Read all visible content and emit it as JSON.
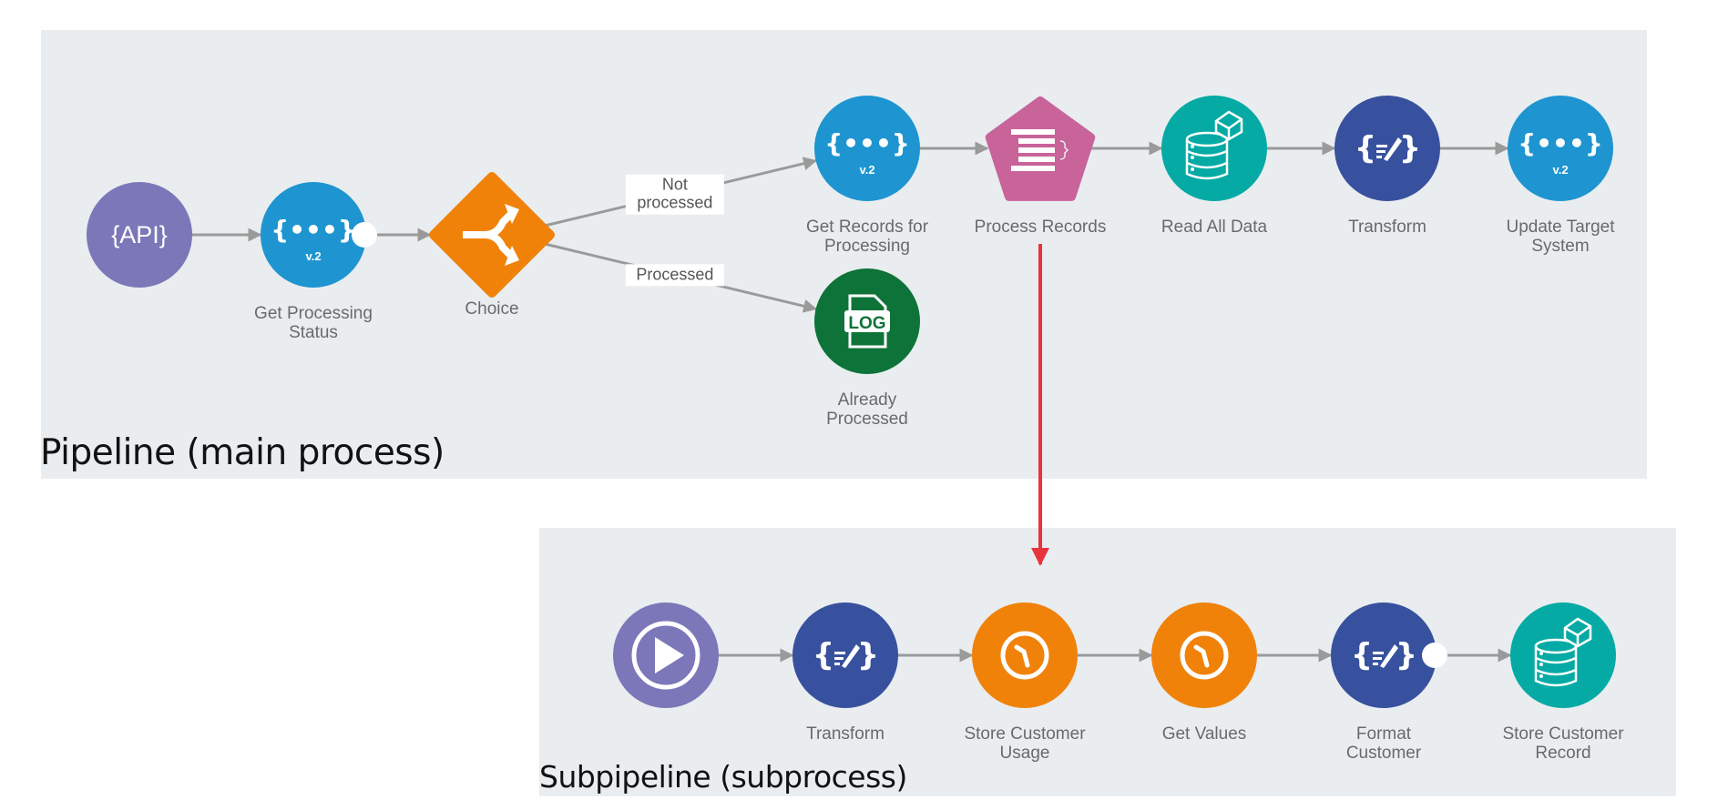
{
  "main_pipeline": {
    "title": "Pipeline (main process)",
    "nodes": [
      {
        "id": "api",
        "label": "",
        "icon": "api-icon",
        "icon_text": "{API}",
        "color": "#7b77b8",
        "shape": "circle"
      },
      {
        "id": "get-processing-status",
        "label": "Get Processing Status",
        "label_lines": [
          "Get Processing",
          "Status"
        ],
        "icon": "rest-snap-icon",
        "badge": "v.2",
        "color": "#1e95d0",
        "shape": "circle"
      },
      {
        "id": "choice",
        "label": "Choice",
        "label_lines": [
          "Choice"
        ],
        "icon": "branch-icon",
        "color": "#f0820a",
        "shape": "diamond"
      },
      {
        "id": "get-records",
        "label": "Get Records for Processing",
        "label_lines": [
          "Get Records for",
          "Processing"
        ],
        "icon": "rest-snap-icon",
        "badge": "v.2",
        "color": "#1e95d0",
        "shape": "circle"
      },
      {
        "id": "already-processed",
        "label": "Already Processed",
        "label_lines": [
          "Already",
          "Processed"
        ],
        "icon": "log-file-icon",
        "icon_text": "LOG",
        "color": "#0e7338",
        "shape": "circle"
      },
      {
        "id": "process-records",
        "label": "Process Records",
        "label_lines": [
          "Process Records"
        ],
        "icon": "pipeline-execute-icon",
        "color": "#c8649a",
        "shape": "pentagon"
      },
      {
        "id": "read-all-data",
        "label": "Read All Data",
        "label_lines": [
          "Read All Data"
        ],
        "icon": "database-icon",
        "color": "#06aaa5",
        "shape": "circle"
      },
      {
        "id": "transform",
        "label": "Transform",
        "label_lines": [
          "Transform"
        ],
        "icon": "mapper-icon",
        "color": "#38519e",
        "shape": "circle"
      },
      {
        "id": "update-target",
        "label": "Update Target System",
        "label_lines": [
          "Update Target",
          "System"
        ],
        "icon": "rest-snap-icon",
        "badge": "v.2",
        "color": "#1e95d0",
        "shape": "circle"
      }
    ],
    "edges": [
      {
        "from": "api",
        "to": "get-processing-status",
        "label": ""
      },
      {
        "from": "get-processing-status",
        "to": "choice",
        "label": ""
      },
      {
        "from": "choice",
        "to": "get-records",
        "label": "Not processed",
        "label_lines": [
          "Not",
          "processed"
        ]
      },
      {
        "from": "choice",
        "to": "already-processed",
        "label": "Processed",
        "label_lines": [
          "Processed"
        ]
      },
      {
        "from": "get-records",
        "to": "process-records",
        "label": ""
      },
      {
        "from": "process-records",
        "to": "read-all-data",
        "label": ""
      },
      {
        "from": "read-all-data",
        "to": "transform",
        "label": ""
      },
      {
        "from": "transform",
        "to": "update-target",
        "label": ""
      }
    ]
  },
  "sub_pipeline": {
    "title": "Subpipeline (subprocess)",
    "nodes": [
      {
        "id": "start",
        "label": "",
        "icon": "play-icon",
        "color": "#7b77b8",
        "shape": "circle"
      },
      {
        "id": "sub-transform",
        "label": "Transform",
        "label_lines": [
          "Transform"
        ],
        "icon": "mapper-icon",
        "color": "#38519e",
        "shape": "circle"
      },
      {
        "id": "store-usage",
        "label": "Store Customer Usage",
        "label_lines": [
          "Store Customer",
          "Usage"
        ],
        "icon": "clock-icon",
        "color": "#f0820a",
        "shape": "circle"
      },
      {
        "id": "get-values",
        "label": "Get Values",
        "label_lines": [
          "Get Values"
        ],
        "icon": "clock-icon",
        "color": "#f0820a",
        "shape": "circle"
      },
      {
        "id": "format-customer",
        "label": "Format Customer",
        "label_lines": [
          "Format",
          "Customer"
        ],
        "icon": "mapper-icon",
        "color": "#38519e",
        "shape": "circle"
      },
      {
        "id": "store-record",
        "label": "Store Customer Record",
        "label_lines": [
          "Store Customer",
          "Record"
        ],
        "icon": "database-icon",
        "color": "#06aaa5",
        "shape": "circle"
      }
    ]
  },
  "link": {
    "from": "process-records",
    "to": "sub_pipeline",
    "color": "#e8343c"
  },
  "colors": {
    "panel_bg": "#e9edf0",
    "edge": "#9a9a9a",
    "label": "#6a6a6a"
  }
}
